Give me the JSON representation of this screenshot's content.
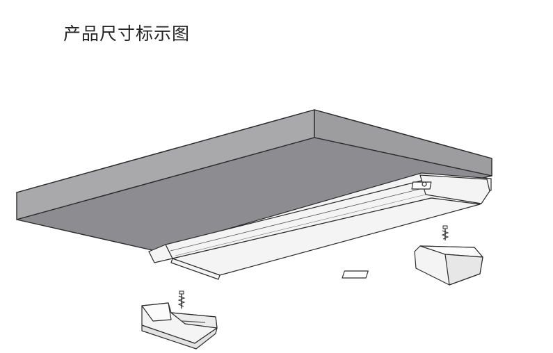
{
  "page": {
    "title": "产品尺寸标示图"
  },
  "illustration": {
    "cabinet_shelf": "cabinet-shelf",
    "light_bar": "led-light-bar",
    "end_caps": [
      "left-end-cap",
      "right-end-cap"
    ],
    "screws": [
      "left-screw-icon",
      "right-screw-icon"
    ]
  },
  "colors": {
    "shelf_top": "#b6b6b8",
    "shelf_bottom": "#8d8d91",
    "shelf_front": "#a4a4a7",
    "outline": "#2a2a2a",
    "light_body": "#f4f4f4"
  }
}
